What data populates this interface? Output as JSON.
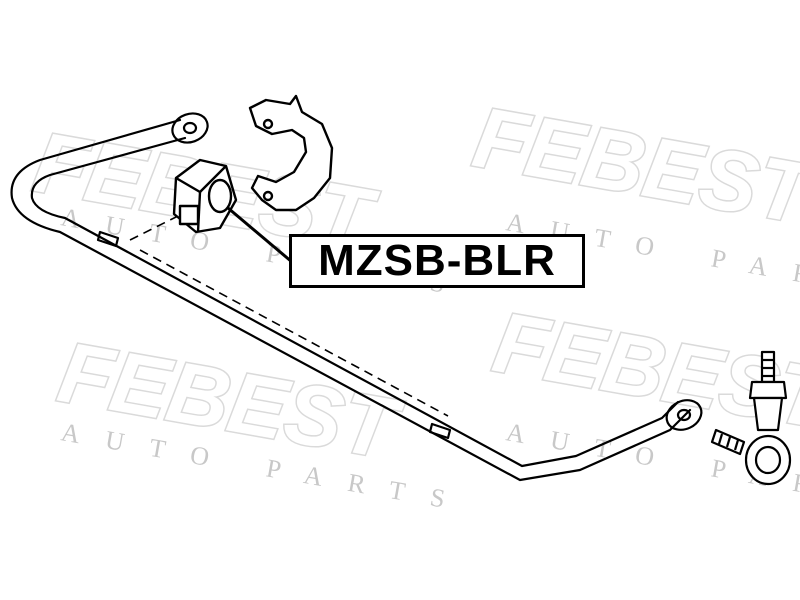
{
  "part_number": "MZSB-BLR",
  "watermark": {
    "brand": "FEBEST",
    "tagline": "AUTO PARTS",
    "brand_color": "#dadada"
  },
  "icons": [
    "stabilizer-bar-icon",
    "bushing-icon",
    "bracket-icon",
    "link-rod-icon"
  ]
}
